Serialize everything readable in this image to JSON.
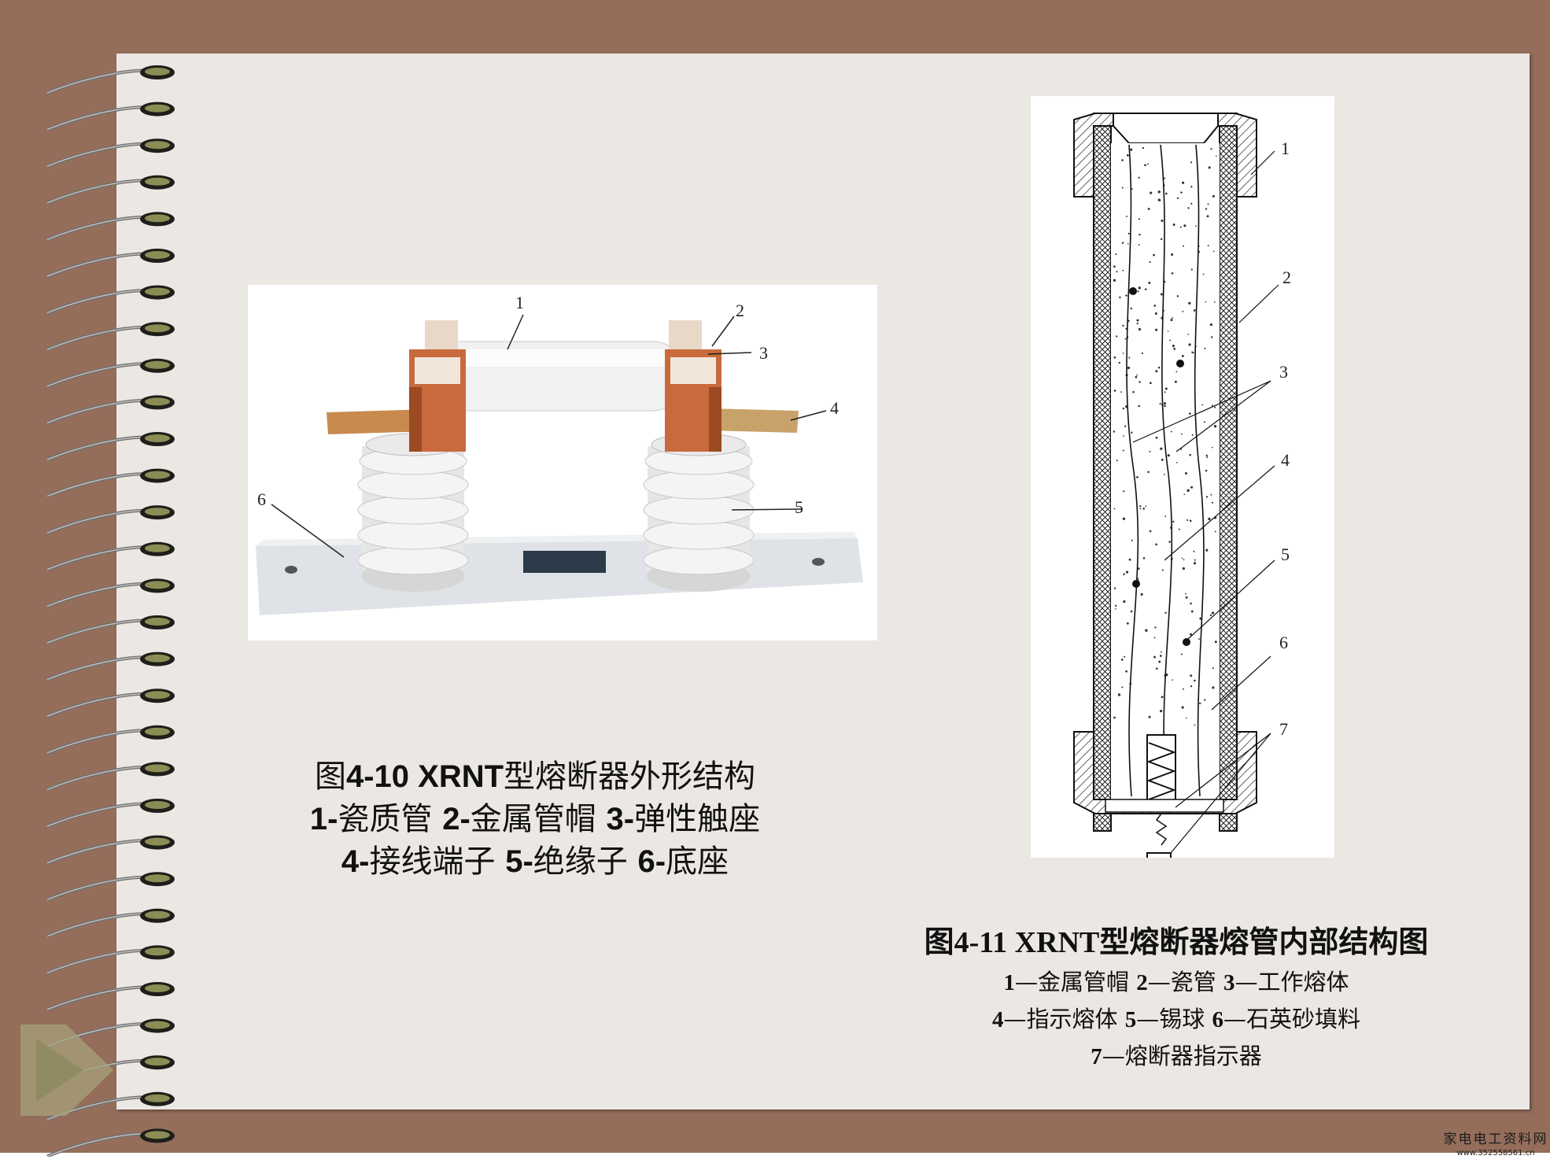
{
  "figure1": {
    "caption_line1_prefix": "图",
    "caption_line1_bold": "4-10 XRNT",
    "caption_line1_text": "型熔断器外形结构",
    "caption_line2": [
      {
        "num": "1-",
        "text": "瓷质管 "
      },
      {
        "num": "2-",
        "text": "金属管帽 "
      },
      {
        "num": "3-",
        "text": "弹性触座"
      }
    ],
    "caption_line3": [
      {
        "num": "4-",
        "text": "接线端子 "
      },
      {
        "num": "5-",
        "text": "绝缘子 "
      },
      {
        "num": "6-",
        "text": "底座"
      }
    ],
    "callouts": [
      "1",
      "2",
      "3",
      "4",
      "5",
      "6"
    ]
  },
  "figure2": {
    "title_prefix": "图",
    "title_bold": "4-11  XRNT",
    "title_text": "型熔断器熔管内部结构图",
    "line1": [
      {
        "num": "1",
        "text": "—金属管帽  "
      },
      {
        "num": "2",
        "text": "—瓷管  "
      },
      {
        "num": "3",
        "text": "—工作熔体"
      }
    ],
    "line2": [
      {
        "num": "4",
        "text": "—指示熔体 "
      },
      {
        "num": "5",
        "text": "—锡球  "
      },
      {
        "num": "6",
        "text": "—石英砂填料"
      }
    ],
    "line3": [
      {
        "num": "7",
        "text": "—熔断器指示器"
      }
    ],
    "callouts": [
      "1",
      "2",
      "3",
      "4",
      "5",
      "6",
      "7"
    ]
  },
  "watermark": {
    "top": "家电电工资料网",
    "bottom": "www.352558561.cn"
  },
  "colors": {
    "frame": "#946e5b",
    "page": "#ebe7e2",
    "copper": "#c96a3c",
    "porcelain": "#f1f1f1"
  }
}
